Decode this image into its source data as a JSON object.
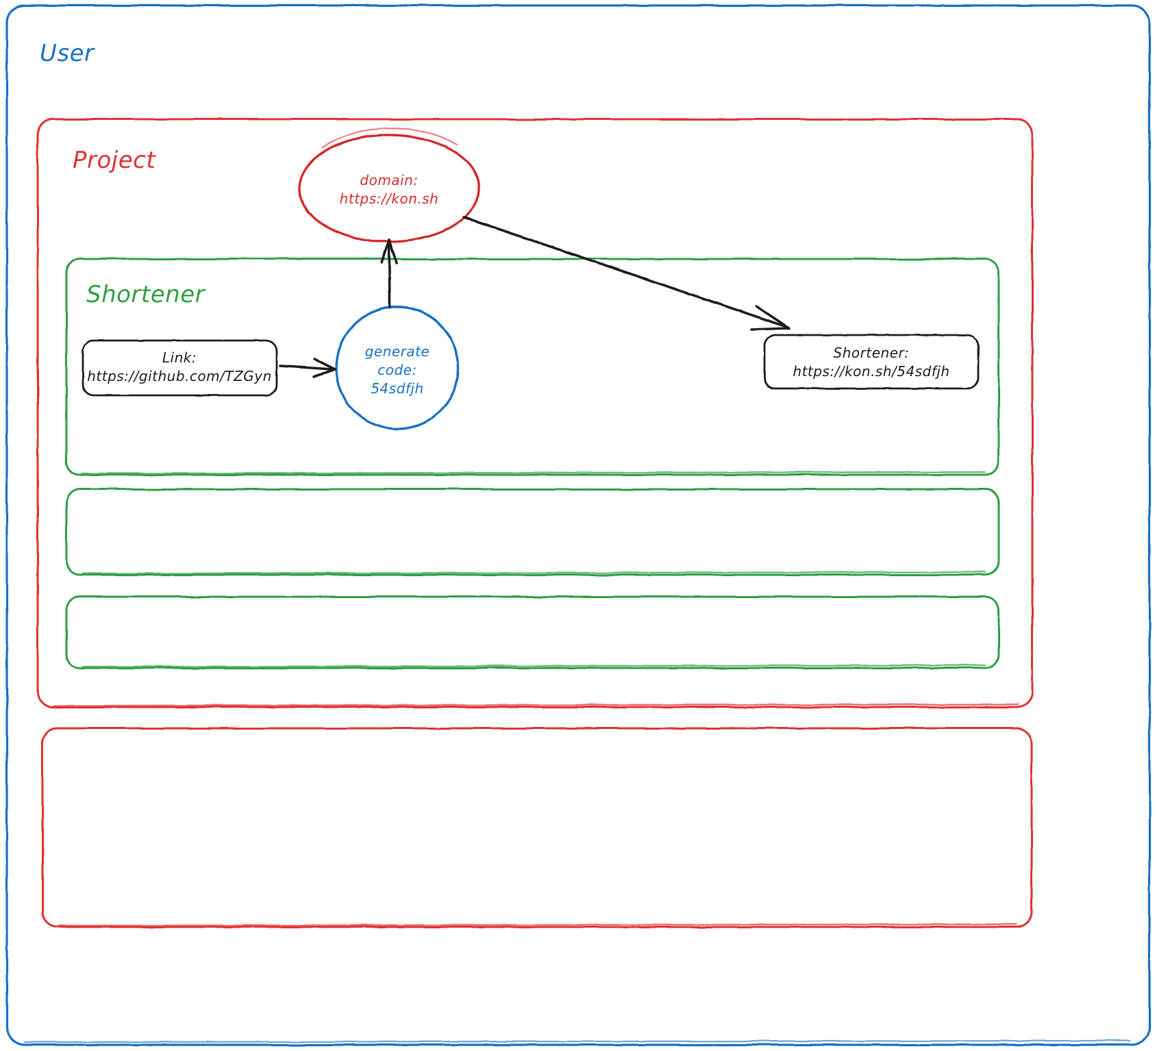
{
  "diagram": {
    "type": "architecture-sketch",
    "style": "hand-drawn",
    "colors": {
      "user": "#1971c2",
      "project": "#e03131",
      "shortener": "#2f9e44",
      "node": "#1b1b1b",
      "generate": "#1971c2"
    },
    "containers": {
      "user": {
        "label": "User",
        "color": "#1971c2"
      },
      "project": {
        "label": "Project",
        "color": "#e03131"
      },
      "shortener": {
        "label": "Shortener",
        "color": "#2f9e44"
      },
      "empty_green_1": {
        "label": "",
        "color": "#2f9e44"
      },
      "empty_green_2": {
        "label": "",
        "color": "#2f9e44"
      },
      "empty_red_1": {
        "label": "",
        "color": "#e03131"
      }
    },
    "nodes": {
      "domain": {
        "shape": "ellipse",
        "color": "#d22b2b",
        "line1": "domain:",
        "line2": "https://kon.sh"
      },
      "link": {
        "shape": "rounded-rect",
        "color": "#1b1b1b",
        "line1": "Link:",
        "line2": "https://github.com/TZGyn"
      },
      "generate": {
        "shape": "circle",
        "color": "#1971c2",
        "line1": "generate",
        "line2": "code:",
        "line3": "54sdfjh"
      },
      "result": {
        "shape": "rounded-rect",
        "color": "#1b1b1b",
        "line1": "Shortener:",
        "line2": "https://kon.sh/54sdfjh"
      }
    },
    "arrows": [
      {
        "name": "link-to-generate",
        "from": "link",
        "to": "generate",
        "direction": "right"
      },
      {
        "name": "generate-to-domain",
        "from": "generate",
        "to": "domain",
        "direction": "up"
      },
      {
        "name": "domain-to-result",
        "from": "domain",
        "to": "result",
        "direction": "down-right"
      }
    ]
  }
}
